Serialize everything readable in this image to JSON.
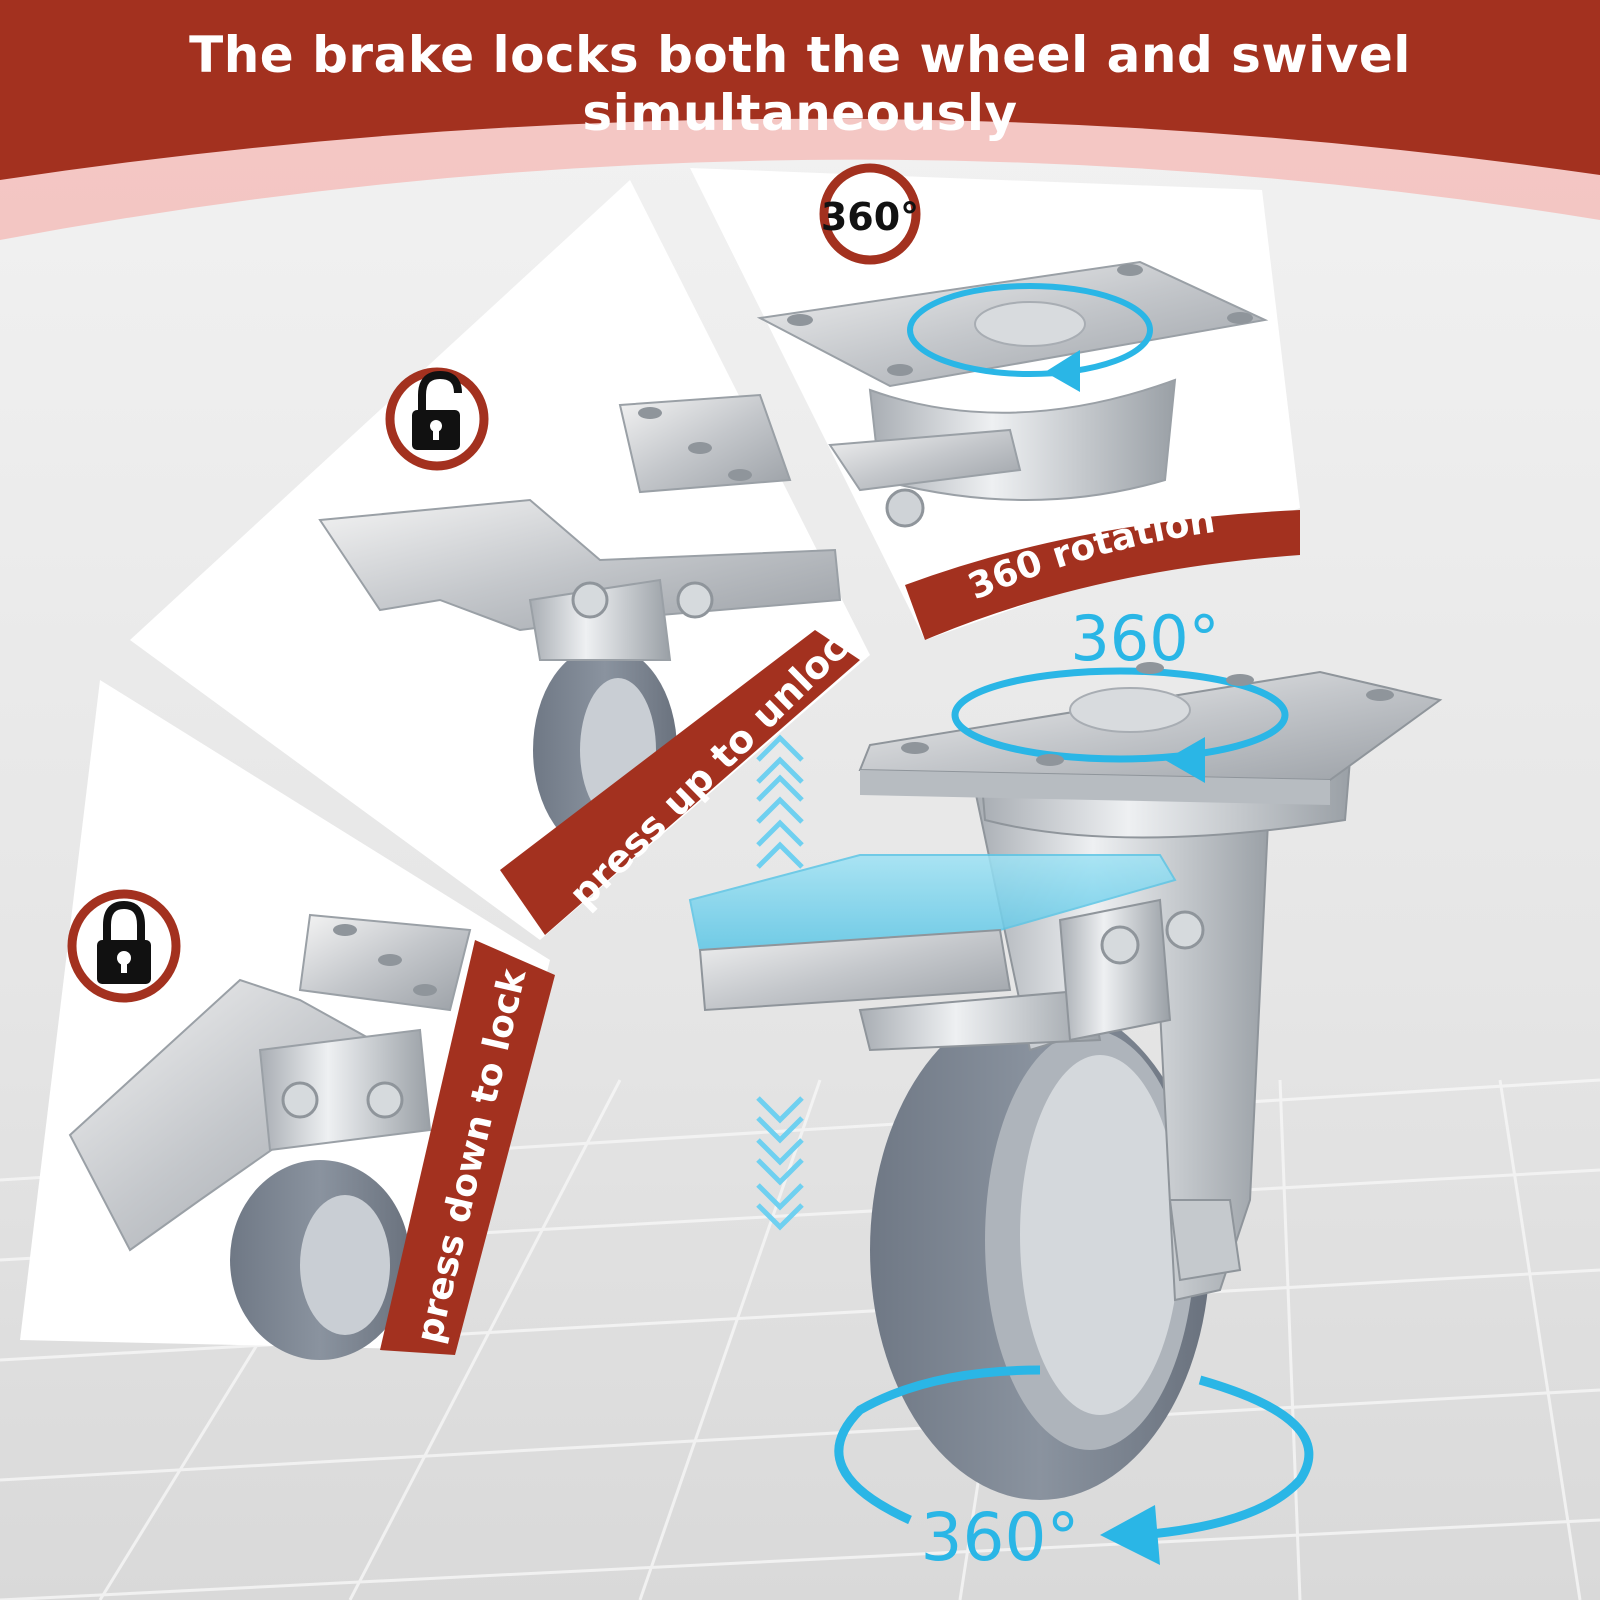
{
  "banner": {
    "title": "The brake locks both the wheel and swivel simultaneously",
    "color": "#a3311f"
  },
  "panels": {
    "rotation": {
      "badge_text": "360°",
      "ribbon_text": "360 rotation"
    },
    "unlock": {
      "icon": "unlocked-padlock-icon",
      "ribbon_text": "press up to unlock"
    },
    "lock": {
      "icon": "locked-padlock-icon",
      "ribbon_text": "press down to lock"
    }
  },
  "main": {
    "top_rotation_label": "360°",
    "bottom_rotation_label": "360°",
    "arrow_color": "#2ab6e6"
  }
}
